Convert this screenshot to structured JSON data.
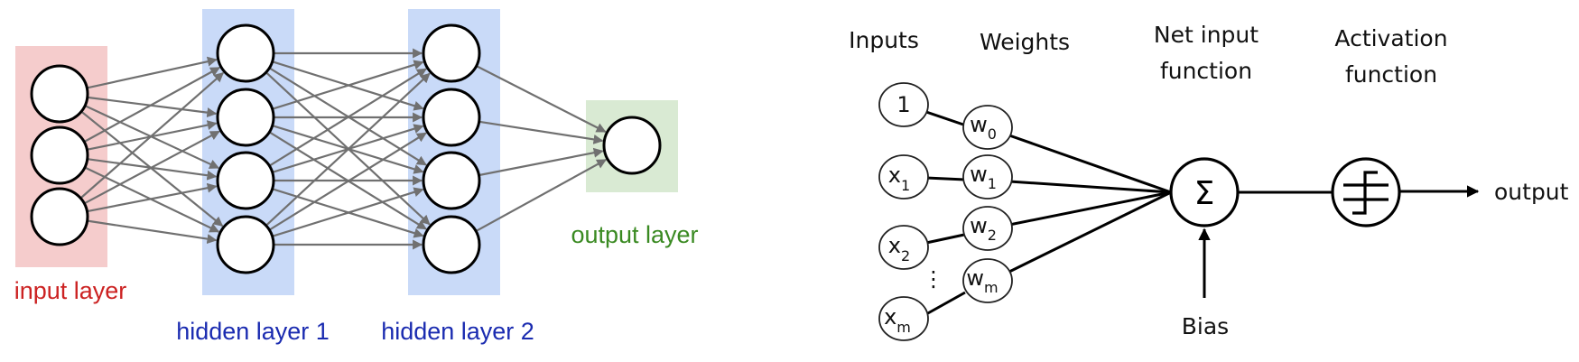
{
  "left_diagram": {
    "labels": {
      "input_layer": "input layer",
      "hidden_layer_1": "hidden layer 1",
      "hidden_layer_2": "hidden layer 2",
      "output_layer": "output layer"
    },
    "colors": {
      "input_band": "#f5cccc",
      "hidden_band": "#c9daf8",
      "output_band": "#d9ead3",
      "input_label": "#cc2222",
      "hidden_label": "#1a2bb0",
      "output_label": "#3a8a22"
    },
    "layer_sizes": [
      3,
      4,
      4,
      1
    ]
  },
  "right_diagram": {
    "headers": {
      "inputs": "Inputs",
      "weights": "Weights",
      "net_input_line1": "Net input",
      "net_input_line2": "function",
      "activation_line1": "Activation",
      "activation_line2": "function"
    },
    "inputs": [
      {
        "main": "1",
        "sub": ""
      },
      {
        "main": "x",
        "sub": "1"
      },
      {
        "main": "x",
        "sub": "2"
      },
      {
        "main": "x",
        "sub": "m"
      }
    ],
    "weights": [
      {
        "main": "w",
        "sub": "0"
      },
      {
        "main": "w",
        "sub": "1"
      },
      {
        "main": "w",
        "sub": "2"
      },
      {
        "main": "w",
        "sub": "m"
      }
    ],
    "ellipsis": "⋮",
    "sum_symbol": "Σ",
    "bias_label": "Bias",
    "output_label": "output"
  }
}
